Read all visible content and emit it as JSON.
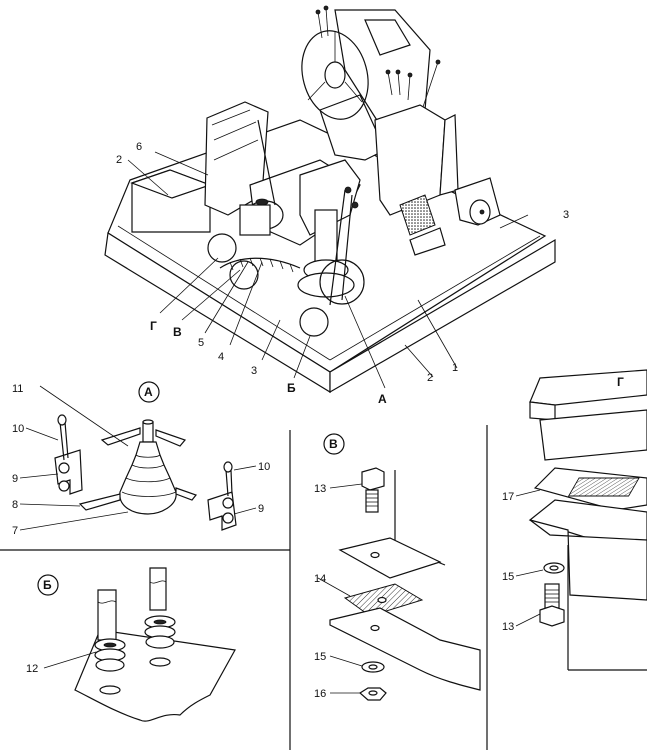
{
  "callouts": {
    "n1": "1",
    "n2a": "2",
    "n2b": "2",
    "n3a": "3",
    "n3b": "3",
    "n4": "4",
    "n5": "5",
    "n6": "6",
    "n7": "7",
    "n8": "8",
    "n9a": "9",
    "n9b": "9",
    "n10a": "10",
    "n10b": "10",
    "n11": "11",
    "n12": "12",
    "n13a": "13",
    "n13b": "13",
    "n14": "14",
    "n15a": "15",
    "n15b": "15",
    "n16": "16",
    "n17": "17"
  },
  "letters": {
    "G": "Г",
    "V": "В",
    "B": "Б",
    "A": "А",
    "detailA": "А",
    "detailB": "Б",
    "detailV": "В",
    "detailG": "Г"
  }
}
